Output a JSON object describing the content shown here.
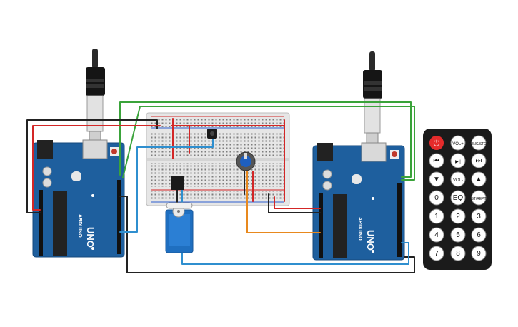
{
  "arduino_left": {
    "brand": "ARDUINO",
    "model": "UNO"
  },
  "arduino_right": {
    "brand": "ARDUINO",
    "model": "UNO"
  },
  "remote": {
    "power_symbol": "⏻",
    "buttons": [
      {
        "label": "VOL+",
        "name": "remote-vol-up-button"
      },
      {
        "label": "FUNC/STOP",
        "name": "remote-func-stop-button"
      },
      {
        "label": "⏮",
        "name": "remote-prev-button"
      },
      {
        "label": "▶||",
        "name": "remote-play-pause-button"
      },
      {
        "label": "⏭",
        "name": "remote-next-button"
      },
      {
        "label": "▼",
        "name": "remote-down-button"
      },
      {
        "label": "VOL-",
        "name": "remote-vol-down-button"
      },
      {
        "label": "▲",
        "name": "remote-up-button"
      },
      {
        "label": "0",
        "name": "remote-0-button"
      },
      {
        "label": "EQ",
        "name": "remote-eq-button"
      },
      {
        "label": "ST/REPT",
        "name": "remote-st-rept-button"
      },
      {
        "label": "1",
        "name": "remote-1-button"
      },
      {
        "label": "2",
        "name": "remote-2-button"
      },
      {
        "label": "3",
        "name": "remote-3-button"
      },
      {
        "label": "4",
        "name": "remote-4-button"
      },
      {
        "label": "5",
        "name": "remote-5-button"
      },
      {
        "label": "6",
        "name": "remote-6-button"
      },
      {
        "label": "7",
        "name": "remote-7-button"
      },
      {
        "label": "8",
        "name": "remote-8-button"
      },
      {
        "label": "9",
        "name": "remote-9-button"
      }
    ]
  },
  "colors": {
    "board": "#1e5f9e",
    "breadboard": "#e6e6e6",
    "wire_red": "#d32626",
    "wire_black": "#222222",
    "wire_green": "#3aa33a",
    "wire_blue": "#2f8fcf",
    "wire_orange": "#e8891e",
    "remote_body": "#1b1b1b",
    "remote_power": "#e52b2b"
  }
}
